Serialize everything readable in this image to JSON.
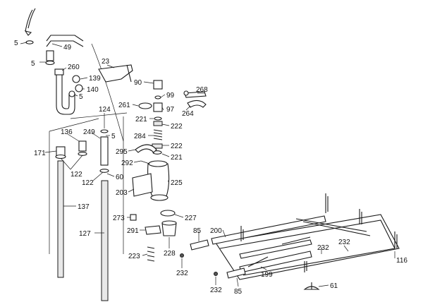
{
  "labels": {
    "l5a": "5",
    "l49": "49",
    "l5b": "5",
    "l260": "260",
    "l139": "139",
    "l140": "140",
    "l5c": "5",
    "l23": "23",
    "l90": "90",
    "l99": "99",
    "l97": "97",
    "l261": "261",
    "l221a": "221",
    "l222a": "222",
    "l284": "284",
    "l222b": "222",
    "l221b": "221",
    "l295": "295",
    "l292": "292",
    "l225": "225",
    "l203": "203",
    "l227": "227",
    "l273": "273",
    "l291": "291",
    "l228": "228",
    "l223": "223",
    "l268": "268",
    "l264": "264",
    "l124": "124",
    "l5d": "5",
    "l249": "249",
    "l136": "136",
    "l171": "171",
    "l122a": "122",
    "l122b": "122",
    "l60": "60",
    "l137": "137",
    "l127": "127",
    "l85a": "85",
    "l200": "200",
    "l232a": "232",
    "l232b": "232",
    "l85b": "85",
    "l199": "199",
    "l232c": "232",
    "l232d": "232",
    "l116": "116",
    "l61": "61"
  }
}
